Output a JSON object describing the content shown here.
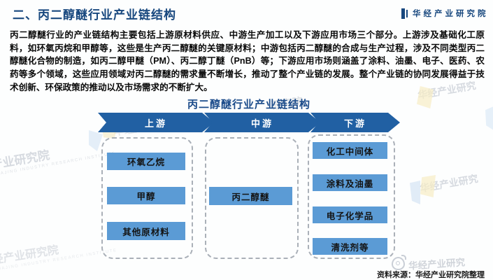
{
  "header": {
    "title": "二、丙二醇醚行业产业链结构",
    "logo_text": "华经产业研究院"
  },
  "intro": {
    "text": "丙二醇醚行业的产业链结构主要包括上游原材料供应、中游生产加工以及下游应用市场三个部分。上游涉及基础化工原料，如环氧丙烷和甲醇等，这些是生产丙二醇醚的关键原材料；中游包括丙二醇醚的合成与生产过程，涉及不同类型丙二醇醚化合物的制造，如丙二醇甲醚（PM）、丙二醇丁醚（PnB）等；下游应用市场则涵盖了涂料、油墨、电子、医药、农药等多个领域，这些应用领域对丙二醇醚的需求量不断增长，推动了整个产业链的发展。整个产业链的协同发展得益于技术创新、环保政策的推动以及市场需求的不断扩大。"
  },
  "diagram": {
    "title": "丙二醇醚行业产业链结构",
    "stages": [
      {
        "label": "上游",
        "items": [
          "环氧乙烷",
          "甲醇",
          "其他原材料"
        ]
      },
      {
        "label": "中游",
        "items": [
          "丙二醇醚"
        ]
      },
      {
        "label": "下游",
        "items": [
          "化工中间体",
          "涂料及油墨",
          "电子化学品",
          "清洗剂等"
        ]
      }
    ],
    "colors": {
      "arrow": "#2160A3",
      "node": "#5B9BD5",
      "title": "#1B4B8A"
    }
  },
  "footer": {
    "source": "资料来源：华经产业研究院整理"
  },
  "watermarks": {
    "caption": "HUAJING INDUSTRY RESEARCH INSTITUTE",
    "items": [
      "华经产业研究院",
      "研究院",
      "产业研究院",
      "华经产业研究",
      "华经产业研究",
      "经产业研究院",
      "华经产业研究"
    ]
  }
}
